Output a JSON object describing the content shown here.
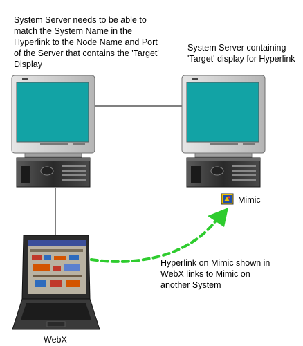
{
  "captions": {
    "left_server": "System Server needs to be able to match the System Name in the Hyperlink to the Node Name and Port of the Server that contains the 'Target' Display",
    "right_server": "System Server containing 'Target' display for Hyperlink",
    "hyperlink": "Hyperlink on Mimic shown in WebX links to Mimic on another System",
    "webx": "WebX",
    "mimic": "Mimic"
  },
  "colors": {
    "screen": "#12a3a5",
    "monitor_body": "#c8c8c8",
    "tower_body": "#3a3a3a",
    "arrow": "#2ecc2e",
    "connector": "#000000"
  },
  "icons": {
    "mimic": "mimic-icon"
  }
}
